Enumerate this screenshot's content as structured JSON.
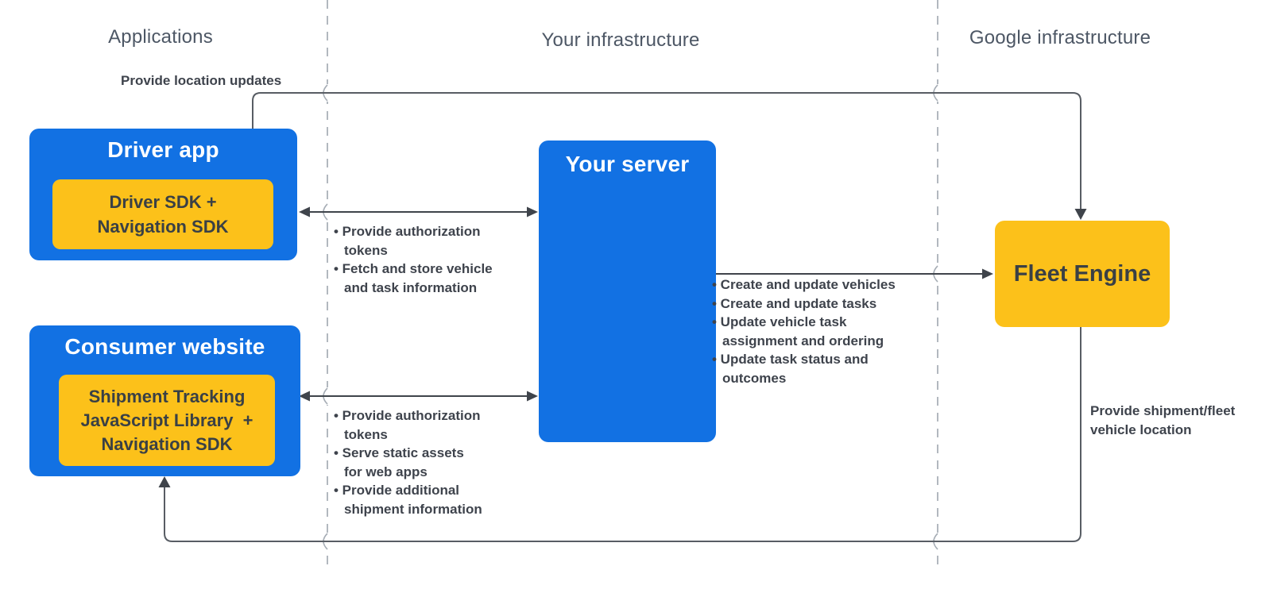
{
  "colors": {
    "blue": "#1271e3",
    "yellow": "#fcc11a",
    "line": "#585d64",
    "dash": "#b2b8bf",
    "text_dark": "#3e434c",
    "header": "#4d5765",
    "node_text": "#3a4045"
  },
  "bullet": "•",
  "headers": {
    "applications": "Applications",
    "your_infrastructure": "Your infrastructure",
    "google_infrastructure": "Google infrastructure"
  },
  "nodes": {
    "driver_app": {
      "title": "Driver app"
    },
    "driver_sdk": {
      "lines": [
        "Driver SDK +",
        "Navigation SDK"
      ]
    },
    "consumer_website": {
      "title": "Consumer website"
    },
    "shipment_sdk": {
      "lines": [
        "Shipment Tracking",
        "JavaScript Library  +",
        "Navigation SDK"
      ]
    },
    "your_server": {
      "title": "Your server"
    },
    "fleet_engine": {
      "title": "Fleet Engine"
    }
  },
  "labels": {
    "provide_location_updates": "Provide location updates",
    "provide_shipment": {
      "lines": [
        "Provide shipment/fleet",
        "vehicle location"
      ]
    }
  },
  "lists": {
    "driver_server": [
      [
        "Provide authorization",
        "tokens"
      ],
      [
        "Fetch and store vehicle",
        "and task information"
      ]
    ],
    "server_fleet": [
      [
        "Create and update vehicles"
      ],
      [
        "Create and update tasks"
      ],
      [
        "Update vehicle task",
        "assignment and ordering"
      ],
      [
        "Update task status and",
        "outcomes"
      ]
    ],
    "consumer_server": [
      [
        "Provide authorization",
        "tokens"
      ],
      [
        "Serve static assets",
        "for web apps"
      ],
      [
        "Provide additional",
        "shipment information"
      ]
    ]
  }
}
